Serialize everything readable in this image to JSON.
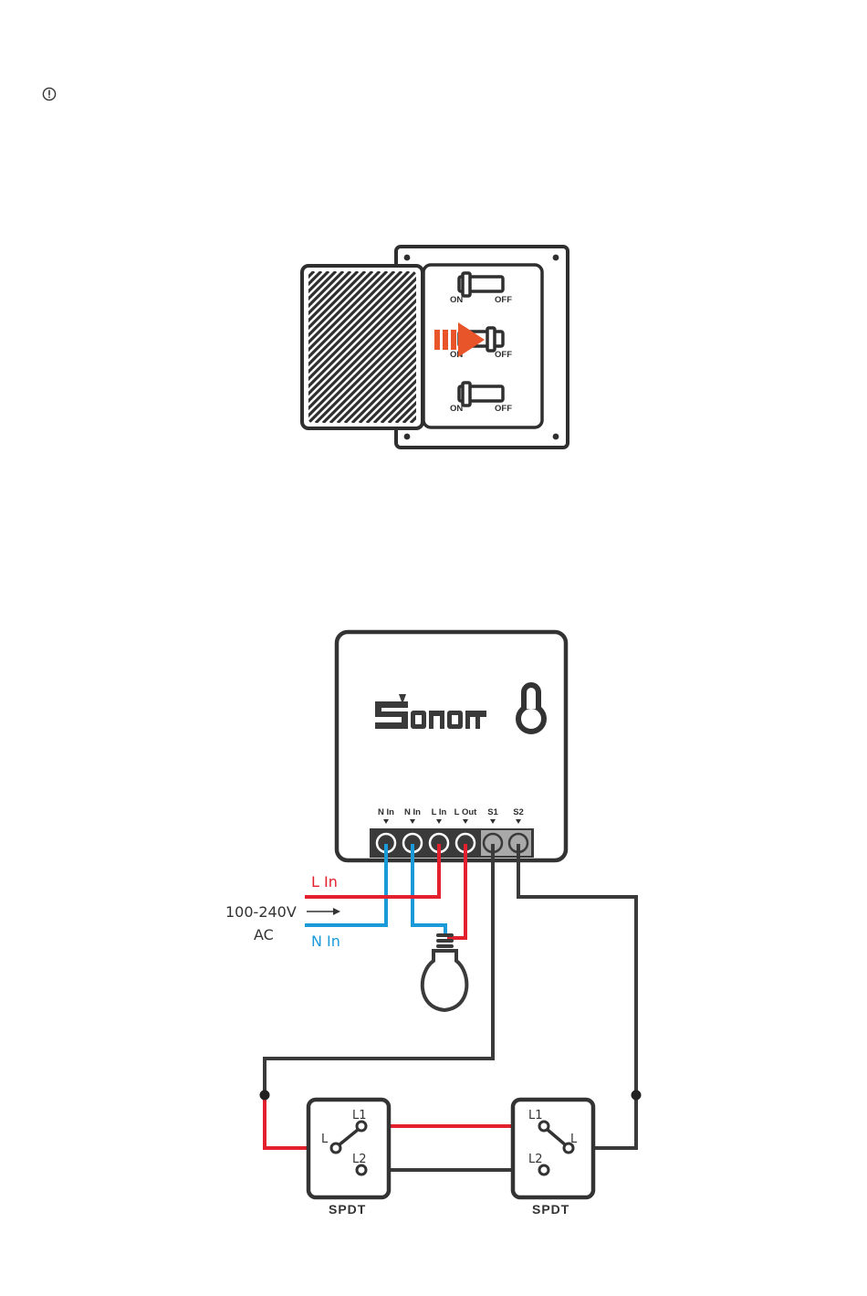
{
  "breaker": {
    "switches": [
      {
        "on_label": "ON",
        "off_label": "OFF"
      },
      {
        "on_label": "ON",
        "off_label": "OFF"
      },
      {
        "on_label": "ON",
        "off_label": "OFF"
      }
    ]
  },
  "device": {
    "terminals": [
      "N In",
      "N In",
      "L In",
      "L Out",
      "S1",
      "S2"
    ]
  },
  "mains": {
    "l_in": "L In",
    "voltage": "100-240V",
    "ac": "AC",
    "n_in": "N In"
  },
  "switch_left": {
    "l1": "L1",
    "l": "L",
    "l2": "L2",
    "type": "SPDT"
  },
  "switch_right": {
    "l1": "L1",
    "l": "L",
    "l2": "L2",
    "type": "SPDT"
  },
  "colors": {
    "line": "#3a3a3a",
    "live": "#e2202e",
    "neutral": "#1a9ad9",
    "accent": "#e8552a"
  },
  "icons": [
    "warning-icon",
    "sonoff-logo",
    "device-light-icon",
    "bulb-icon",
    "arrow-right-icon"
  ]
}
